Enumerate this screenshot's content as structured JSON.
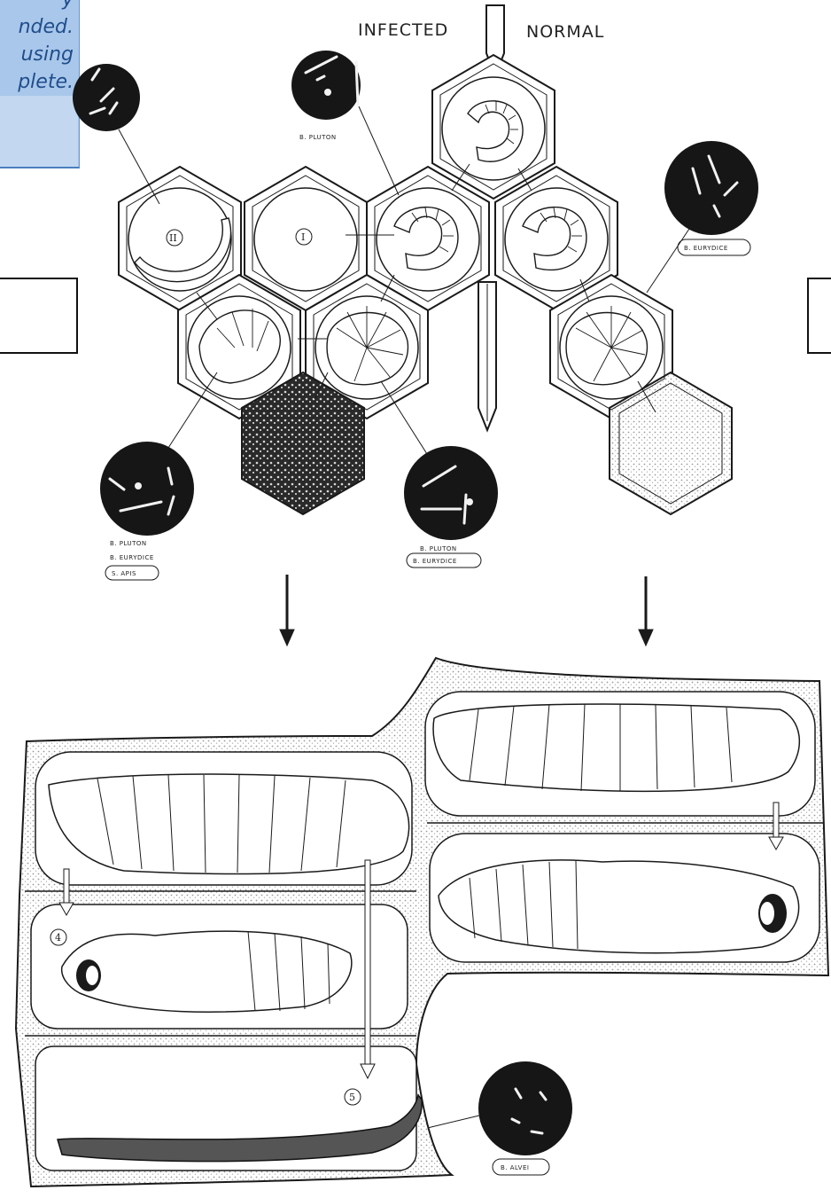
{
  "header": {
    "infected_label": "INFECTED",
    "normal_label": "NORMAL"
  },
  "note": {
    "lines": [
      "y",
      "nded.",
      "using",
      "plete."
    ]
  },
  "cell_numbers": {
    "cell_a": "II",
    "cell_b": "I"
  },
  "stage_numbers": {
    "stage_4": "4",
    "stage_5": "5"
  },
  "micro_labels": {
    "top_center": "B. PLUTON",
    "right": "B. EURYDICE",
    "left_lines": [
      "B. PLUTON",
      "B. EURYDICE",
      "S. APIS"
    ],
    "center_lines": [
      "B. PLUTON",
      "B. EURYDICE"
    ],
    "bottom": "B. ALVEI"
  },
  "colors": {
    "ink": "#1a1a1a",
    "note_bg": "#a9c7ea",
    "note_text": "#1f4e8c",
    "stipple": "#bdbdbd"
  }
}
